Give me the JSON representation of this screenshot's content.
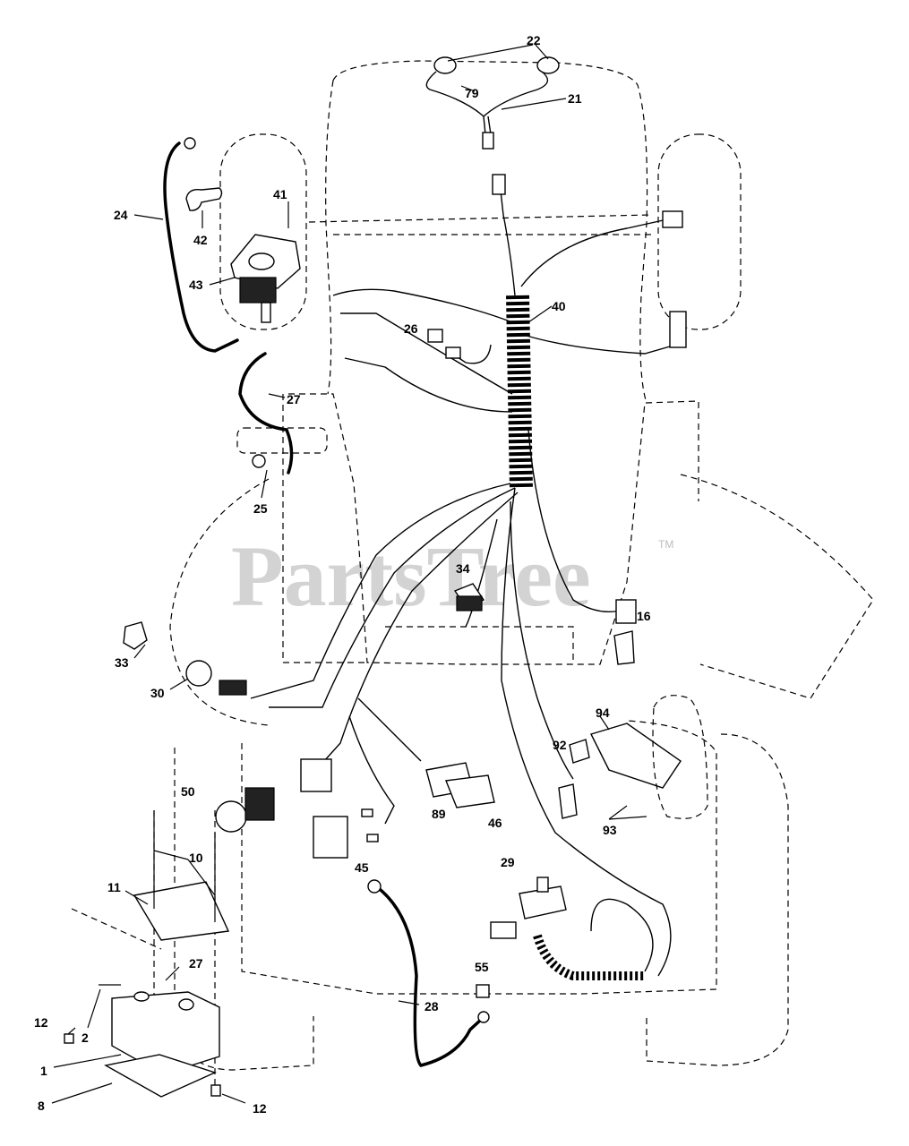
{
  "watermark": {
    "brand": "PartsTree",
    "trademark": "TM"
  },
  "callouts": [
    {
      "id": "c22",
      "label": "22"
    },
    {
      "id": "c79",
      "label": "79"
    },
    {
      "id": "c21",
      "label": "21"
    },
    {
      "id": "c24",
      "label": "24"
    },
    {
      "id": "c41",
      "label": "41"
    },
    {
      "id": "c42",
      "label": "42"
    },
    {
      "id": "c43",
      "label": "43"
    },
    {
      "id": "c40",
      "label": "40"
    },
    {
      "id": "c26",
      "label": "26"
    },
    {
      "id": "c27a",
      "label": "27"
    },
    {
      "id": "c25",
      "label": "25"
    },
    {
      "id": "c34",
      "label": "34"
    },
    {
      "id": "c16",
      "label": "16"
    },
    {
      "id": "c33",
      "label": "33"
    },
    {
      "id": "c30",
      "label": "30"
    },
    {
      "id": "c92",
      "label": "92"
    },
    {
      "id": "c94",
      "label": "94"
    },
    {
      "id": "c50",
      "label": "50"
    },
    {
      "id": "c89",
      "label": "89"
    },
    {
      "id": "c46",
      "label": "46"
    },
    {
      "id": "c93",
      "label": "93"
    },
    {
      "id": "c10",
      "label": "10"
    },
    {
      "id": "c45",
      "label": "45"
    },
    {
      "id": "c29",
      "label": "29"
    },
    {
      "id": "c11",
      "label": "11"
    },
    {
      "id": "c27b",
      "label": "27"
    },
    {
      "id": "c55",
      "label": "55"
    },
    {
      "id": "c28",
      "label": "28"
    },
    {
      "id": "c12a",
      "label": "12"
    },
    {
      "id": "c2",
      "label": "2"
    },
    {
      "id": "c1",
      "label": "1"
    },
    {
      "id": "c8",
      "label": "8"
    },
    {
      "id": "c12b",
      "label": "12"
    }
  ]
}
